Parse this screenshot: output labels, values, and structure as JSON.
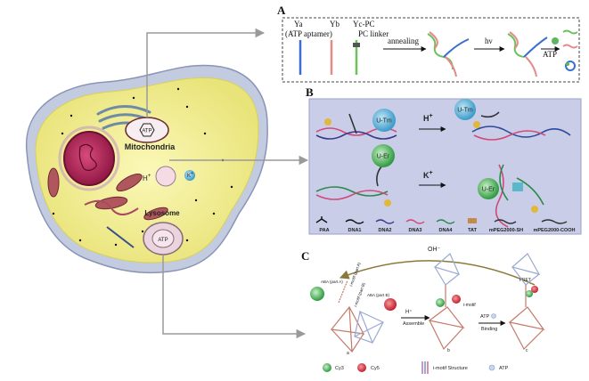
{
  "cell": {
    "mito_label": "Mitochondria",
    "mito_badge": "ATP",
    "lyso_label": "Lysosome",
    "lyso_badge": "ATP",
    "h_ion": "H",
    "k_ion": "K",
    "h_plus": "+",
    "k_plus": "+"
  },
  "panel_a": {
    "letter": "A",
    "ya_label": "Ya",
    "ya_sub": "(ATP aptamer)",
    "yb_label": "Yb",
    "yc_label": "Yc-PC",
    "pc_linker": "PC linker",
    "step1": "annealing",
    "step2": "hν",
    "step3": "ATP"
  },
  "panel_b": {
    "letter": "B",
    "utm": "U-Tm",
    "utm2": "U-Tm",
    "uer": "U-Er",
    "uer2": "U-Er",
    "hplus": "H",
    "kplus": "K",
    "plus": "+",
    "legend": [
      "PAA",
      "DNA1",
      "DNA2",
      "DNA3",
      "DNA4",
      "TAT",
      "mPEG2000-SH",
      "mPEG2000-COOH"
    ]
  },
  "panel_c": {
    "letter": "C",
    "oh": "OH⁻",
    "aba_a": "ABA (part A)",
    "imotif_a": "i-motif (part A)",
    "aba_b": "ABA (part B)",
    "imotif_b": "i-motif (part B)",
    "hplus": "H⁺",
    "assemble": "Assemble",
    "imotif": "i-motif",
    "atp": "ATP",
    "binding": "Binding",
    "fret": "FRET",
    "legend_cy3": "Cy3",
    "legend_cy5": "Cy5",
    "legend_imotif": "i-motif Structure",
    "legend_atp": "ATP",
    "marker_a": "a",
    "marker_b": "b",
    "marker_c": "c"
  },
  "colors": {
    "cytoplasm": "#f6f39a",
    "membrane": "#b8c2d8",
    "nucleus": "#b32457",
    "mitochondria": "#b0575e",
    "panel_b_bg": "#c9cde8",
    "cy3": "#3aa94a",
    "cy5": "#d8343e",
    "connector": "#9a9a9a"
  }
}
